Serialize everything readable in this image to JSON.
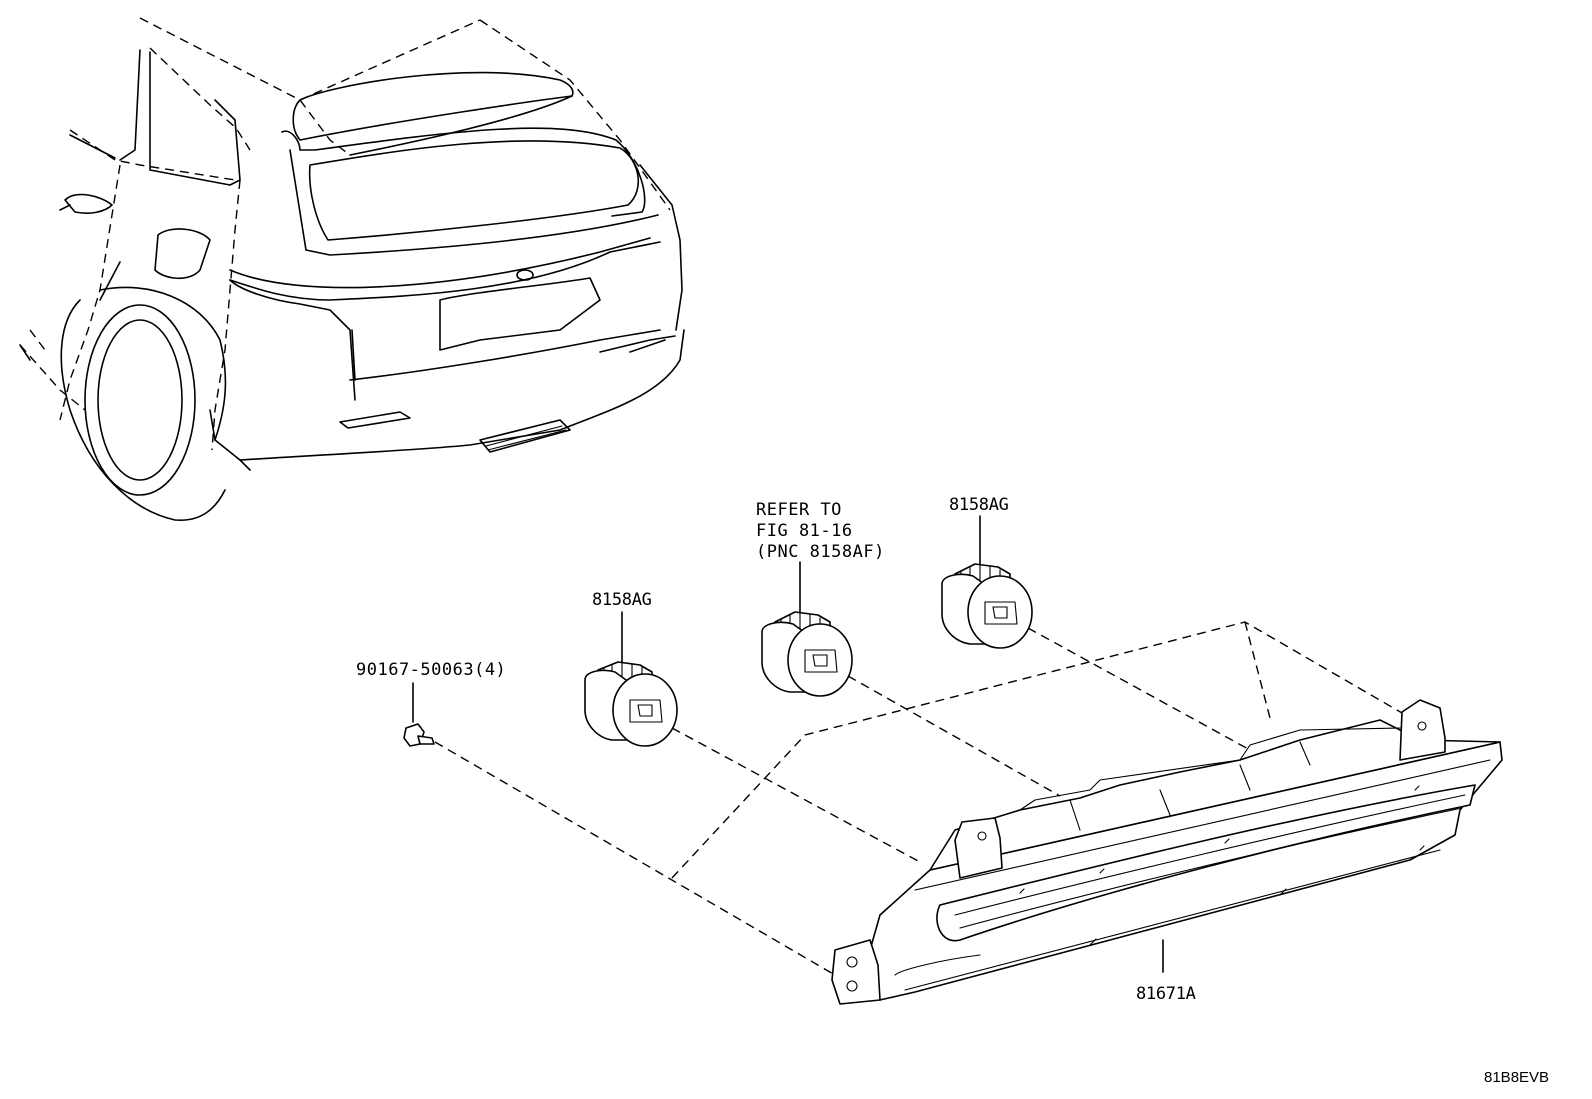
{
  "labels": {
    "lamp_assy": "81671A",
    "socket_left": "8158AG",
    "socket_right": "8158AG",
    "socket_mid_line1": "REFER TO",
    "socket_mid_line2": "FIG 81-16",
    "socket_mid_line3": "(PNC 8158AF)",
    "screw": "90167-50063(4)"
  },
  "diagram_id": "81B8EVB"
}
